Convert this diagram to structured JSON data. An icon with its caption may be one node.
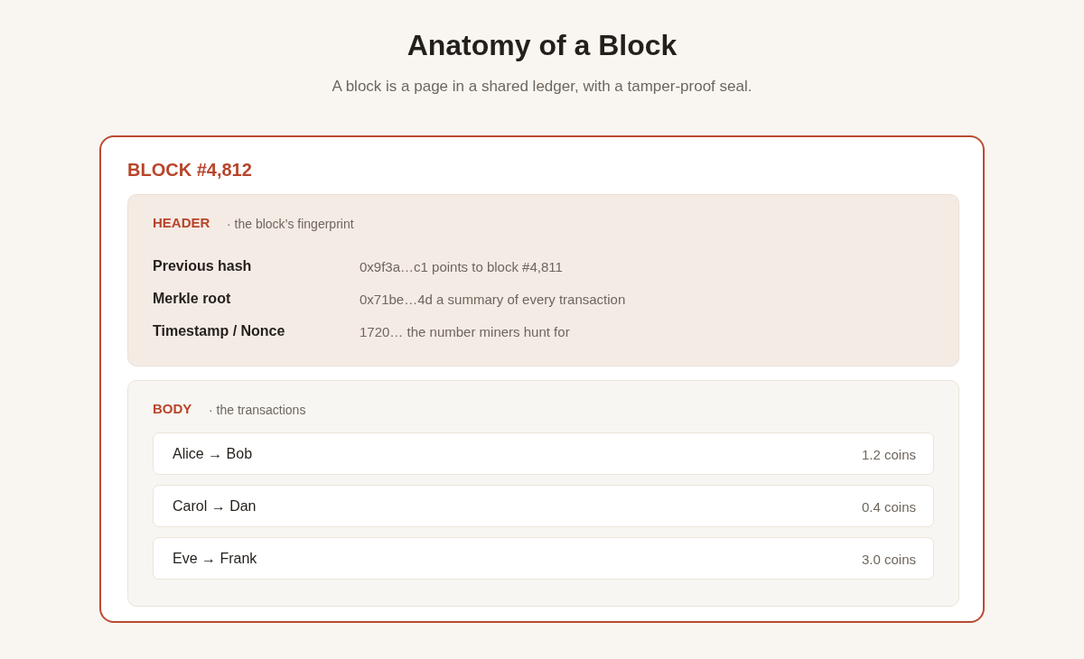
{
  "diagram": {
    "title": "Anatomy of a Block",
    "caption": "A block is a page in a shared ledger, with a tamper-proof seal.",
    "nodes": [
      {
        "text": [
          "BLOCK #4,812"
        ]
      },
      {
        "text": [
          "HEADER",
          "· the block’s fingerprint",
          "Previous hash",
          "0x9f3a…c1 points to block #4,811",
          "Merkle root",
          "0x71be…4d a summary of every transaction",
          "Timestamp / Nonce",
          "1720… the number miners hunt for"
        ],
        "in": 0
      },
      {
        "text": [
          "BODY",
          "· the transactions"
        ],
        "in": 0
      },
      {
        "text": [
          "Alice → Bob",
          "1.2 coins"
        ],
        "in": 2
      },
      {
        "text": [
          "Carol → Dan",
          "0.4 coins"
        ],
        "in": 2
      },
      {
        "text": [
          "Eve → Frank",
          "3.0 coins"
        ],
        "in": 2
      }
    ]
  }
}
